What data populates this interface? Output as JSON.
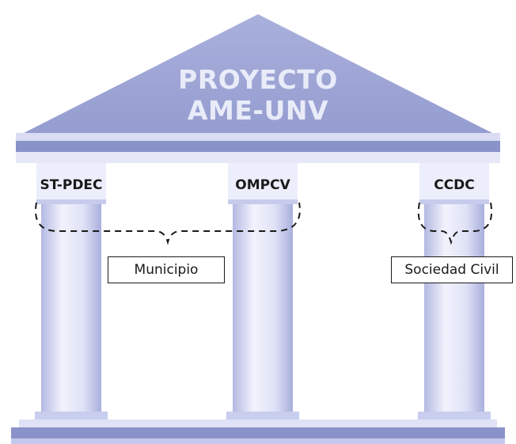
{
  "roof": {
    "title_line1": "PROYECTO",
    "title_line2": "AME-UNV"
  },
  "pillars": [
    {
      "label": "ST-PDEC"
    },
    {
      "label": "OMPCV"
    },
    {
      "label": "CCDC"
    }
  ],
  "callouts": {
    "municipio": "Municipio",
    "sociedad_civil": "Sociedad Civil"
  },
  "colors": {
    "roof": "#9ea5d4",
    "beam": "#7f88c2",
    "column_light": "#eef0fb",
    "column_dark": "#aeb4df",
    "capital": "#cfd3ef",
    "base": "#8b93cc",
    "dashed": "#1a1a1a"
  }
}
